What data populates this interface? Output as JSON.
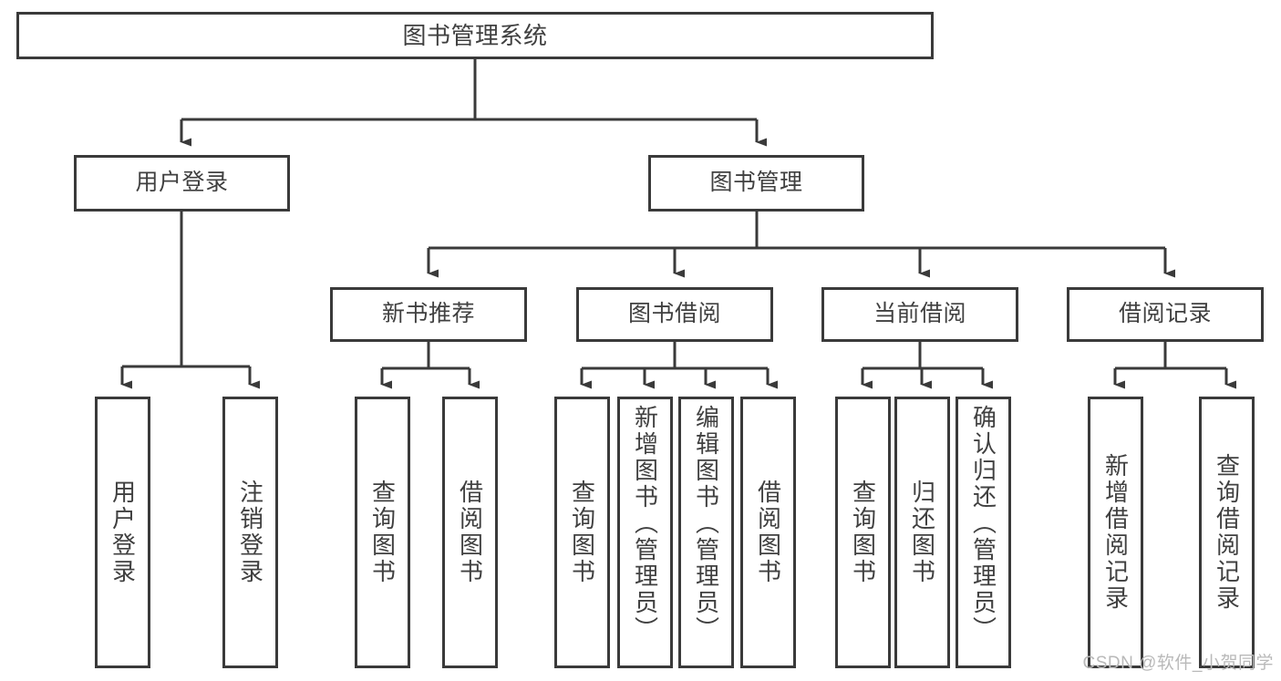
{
  "diagram": {
    "title": "图书管理系统",
    "type": "tree",
    "orientation": "top-down",
    "stroke_color": "#3a3a3a",
    "text_color": "#404040",
    "background_color": "#ffffff"
  },
  "nodes": {
    "root": {
      "label": "图书管理系统",
      "level": 0
    },
    "level1": [
      {
        "id": "user-login",
        "label": "用户登录"
      },
      {
        "id": "book-management",
        "label": "图书管理"
      }
    ],
    "level2": [
      {
        "id": "new-book-recommend",
        "label": "新书推荐",
        "parent": "book-management"
      },
      {
        "id": "book-borrow",
        "label": "图书借阅",
        "parent": "book-management"
      },
      {
        "id": "current-borrow",
        "label": "当前借阅",
        "parent": "book-management"
      },
      {
        "id": "borrow-record",
        "label": "借阅记录",
        "parent": "book-management"
      }
    ],
    "leaves": {
      "user-login": [
        {
          "id": "leaf-user-login",
          "label": "用户登录"
        },
        {
          "id": "leaf-user-logout",
          "label": "注销登录"
        }
      ],
      "new-book-recommend": [
        {
          "id": "leaf-query-book-1",
          "label": "查询图书"
        },
        {
          "id": "leaf-borrow-book-1",
          "label": "借阅图书"
        }
      ],
      "book-borrow": [
        {
          "id": "leaf-query-book-2",
          "label": "查询图书"
        },
        {
          "id": "leaf-add-book",
          "label": "新增图书（管理员）"
        },
        {
          "id": "leaf-edit-book",
          "label": "编辑图书（管理员）"
        },
        {
          "id": "leaf-borrow-book-2",
          "label": "借阅图书"
        }
      ],
      "current-borrow": [
        {
          "id": "leaf-query-book-3",
          "label": "查询图书"
        },
        {
          "id": "leaf-return-book",
          "label": "归还图书"
        },
        {
          "id": "leaf-confirm-return",
          "label": "确认归还（管理员）"
        }
      ],
      "borrow-record": [
        {
          "id": "leaf-add-record",
          "label": "新增借阅记录"
        },
        {
          "id": "leaf-query-record",
          "label": "查询借阅记录"
        }
      ]
    }
  },
  "watermark": {
    "text": "CSDN @软件_小贺同学"
  }
}
